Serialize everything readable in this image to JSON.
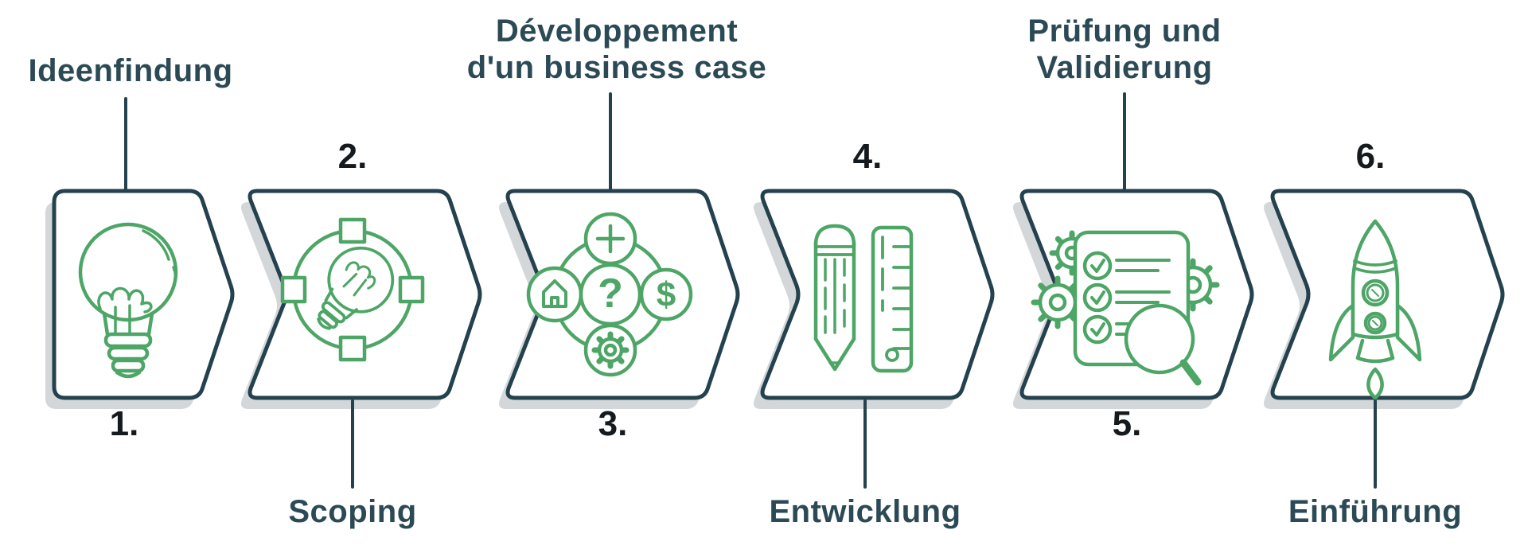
{
  "diagram": {
    "title_semantic": "6-stage product development process",
    "stages": [
      {
        "number": "1.",
        "label_lines": [
          "Ideenfindung"
        ],
        "label_position": "top",
        "number_position": "bottom",
        "icon": "lightbulb-icon"
      },
      {
        "number": "2.",
        "label_lines": [
          "Scoping"
        ],
        "label_position": "bottom",
        "number_position": "top",
        "icon": "target-lightbulb-icon"
      },
      {
        "number": "3.",
        "label_lines": [
          "Développement",
          "d'un business case"
        ],
        "label_position": "top",
        "number_position": "bottom",
        "icon": "business-case-cycle-icon"
      },
      {
        "number": "4.",
        "label_lines": [
          "Entwicklung"
        ],
        "label_position": "bottom",
        "number_position": "top",
        "icon": "pencil-ruler-icon"
      },
      {
        "number": "5.",
        "label_lines": [
          "Prüfung und",
          "Validierung"
        ],
        "label_position": "top",
        "number_position": "bottom",
        "icon": "checklist-gears-magnifier-icon"
      },
      {
        "number": "6.",
        "label_lines": [
          "Einführung"
        ],
        "label_position": "bottom",
        "number_position": "top",
        "icon": "rocket-icon"
      }
    ],
    "icon_glyphs": {
      "question_mark": "?",
      "dollar_sign": "$"
    },
    "colors": {
      "outline": "#24414e",
      "icon_green": "#4DA566",
      "label_text": "#2b4a55",
      "number_text": "#141a1d",
      "shadow": "#d3d7d9",
      "background": "#ffffff"
    }
  }
}
